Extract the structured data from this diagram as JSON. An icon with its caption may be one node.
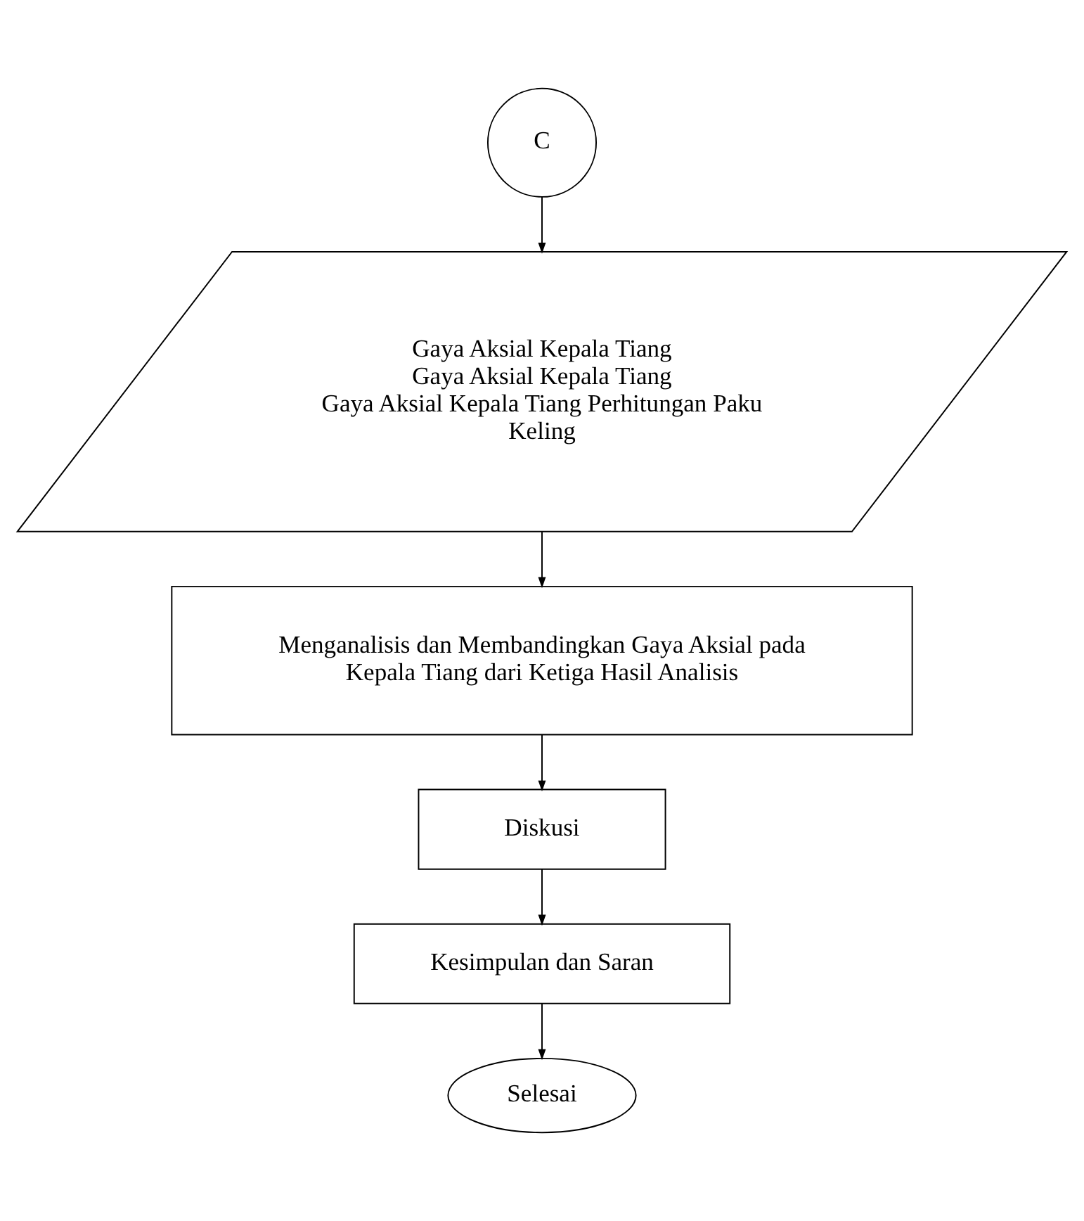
{
  "diagram": {
    "nodes": [
      {
        "text": [
          "C"
        ]
      },
      {
        "text": [
          "Gaya Aksial Kepala Tiang",
          "Gaya Aksial Kepala Tiang",
          "Gaya Aksial Kepala Tiang Perhitungan Paku Keling"
        ]
      },
      {
        "text": [
          "Menganalisis dan Membandingkan Gaya Aksial pada Kepala Tiang dari Ketiga Hasil Analisis"
        ]
      },
      {
        "text": [
          "Diskusi"
        ]
      },
      {
        "text": [
          "Kesimpulan dan Saran"
        ]
      },
      {
        "text": [
          "Selesai"
        ]
      }
    ],
    "edges": [
      {
        "from": 0,
        "to": 1,
        "arrow": "to"
      },
      {
        "from": 1,
        "to": 2,
        "arrow": "to"
      },
      {
        "from": 2,
        "to": 3,
        "arrow": "to"
      },
      {
        "from": 3,
        "to": 4,
        "arrow": "to"
      },
      {
        "from": 4,
        "to": 5,
        "arrow": "to"
      }
    ]
  }
}
